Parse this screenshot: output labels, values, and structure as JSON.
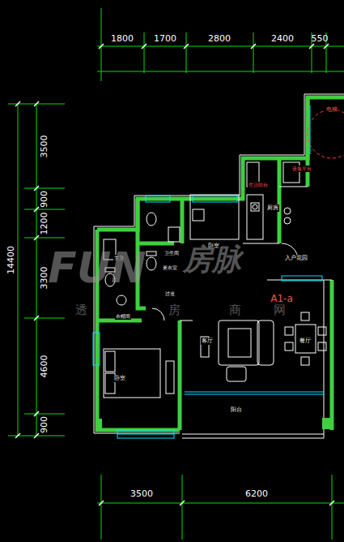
{
  "diagram": {
    "labels": [
      "1800",
      "1700",
      "2800",
      "2400",
      "550",
      "3500",
      "900",
      "1200",
      "3300",
      "4600",
      "900",
      "14400",
      "3500",
      "6200",
      "电梯",
      "生活阳台",
      "设备平台",
      "厨房",
      "卫生间",
      "更衣室",
      "卧室",
      "主卫",
      "入户花园",
      "A1-a",
      "过道",
      "衣帽间",
      "卧室",
      "客厅",
      "餐厅",
      "阳台",
      "FUN",
      "房脉",
      "透",
      "房",
      "商",
      "网"
    ]
  }
}
